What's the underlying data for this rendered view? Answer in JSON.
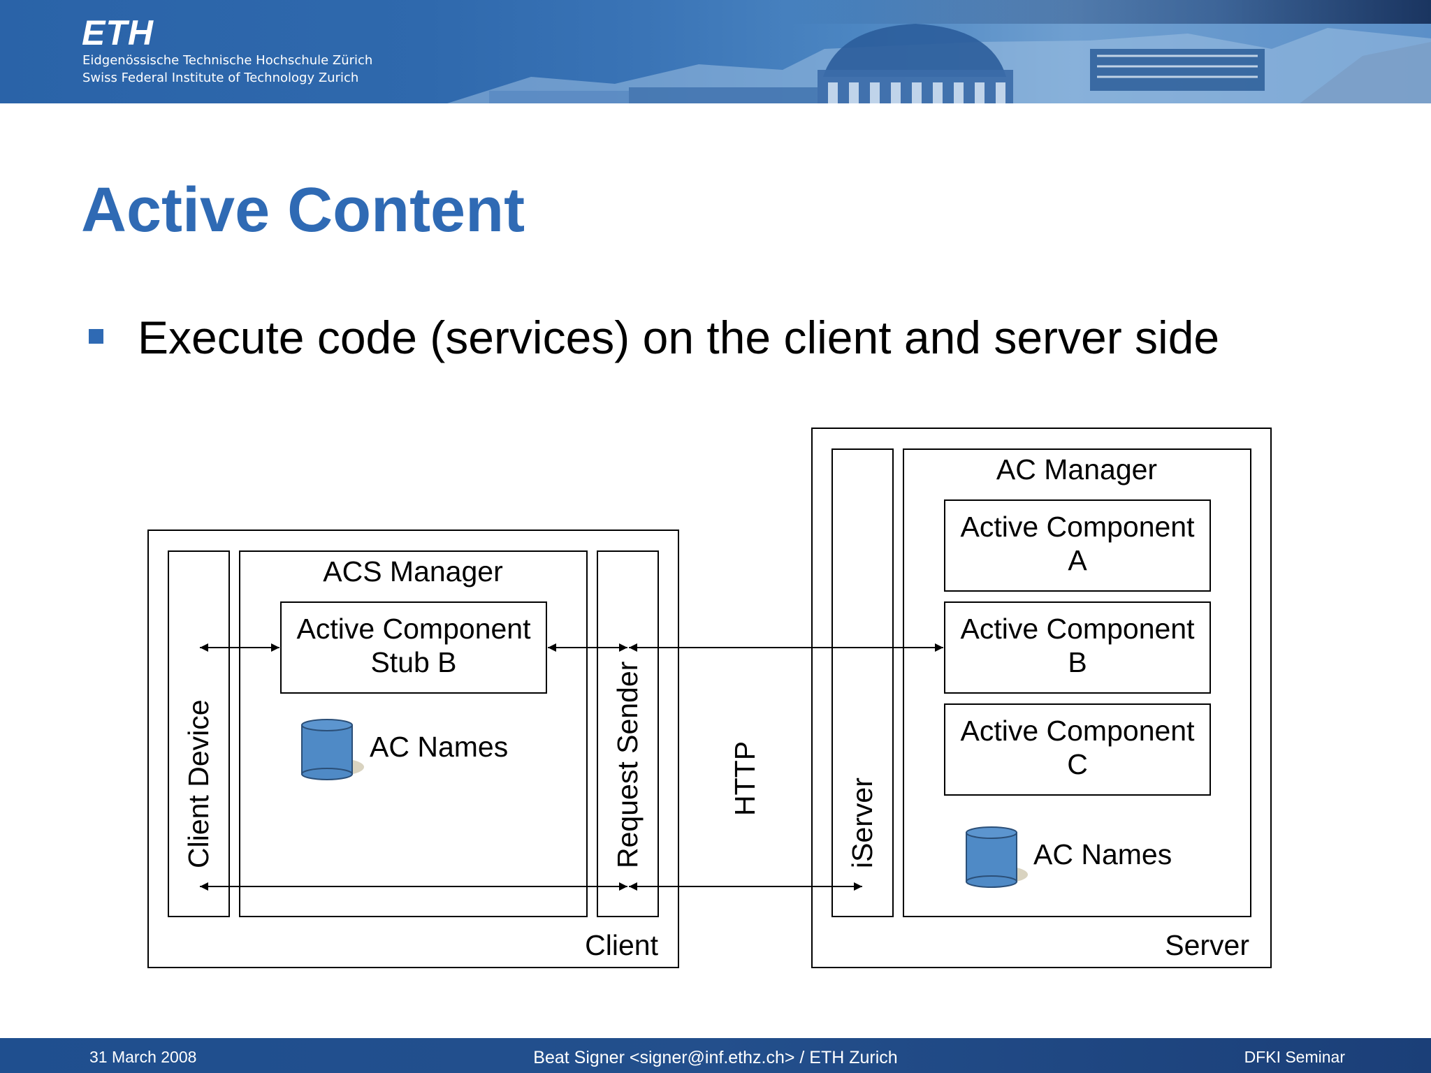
{
  "header": {
    "logo": "ETH",
    "line1": "Eidgenössische Technische Hochschule Zürich",
    "line2": "Swiss Federal Institute of Technology Zurich"
  },
  "slide": {
    "title": "Active Content",
    "bullet": "Execute code (services) on the client and server side"
  },
  "diagram": {
    "client": {
      "label": "Client",
      "client_device": "Client Device",
      "acs_manager": "ACS Manager",
      "stub_line1": "Active Component",
      "stub_line2": "Stub B",
      "ac_names": "AC Names",
      "request_sender": "Request Sender"
    },
    "http": "HTTP",
    "server": {
      "label": "Server",
      "iserver": "iServer",
      "ac_manager": "AC Manager",
      "comp_a_line1": "Active Component",
      "comp_a_line2": "A",
      "comp_b_line1": "Active Component",
      "comp_b_line2": "B",
      "comp_c_line1": "Active Component",
      "comp_c_line2": "C",
      "ac_names": "AC Names"
    },
    "colors": {
      "database": "#4f8ac6",
      "database_shadow": "#d9d3c0"
    }
  },
  "footer": {
    "date": "31 March 2008",
    "author": "Beat Signer <signer@inf.ethz.ch> / ETH Zurich",
    "event": "DFKI Seminar"
  }
}
